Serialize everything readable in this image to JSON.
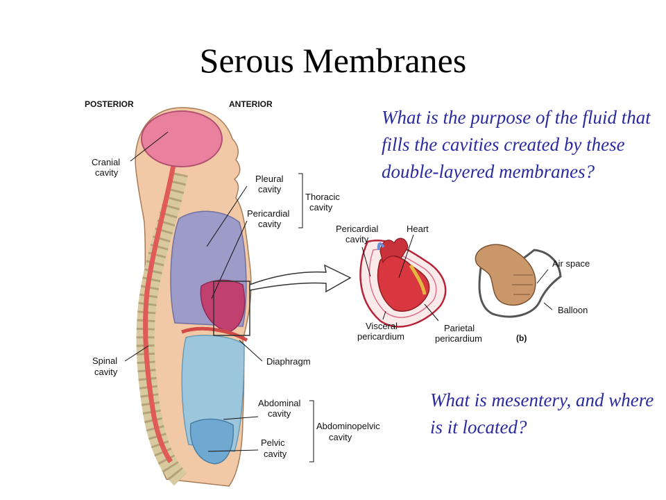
{
  "title": "Serous Membranes",
  "questions": {
    "fluid": "What is the purpose of the fluid that fills the cavities created by these double-layered membranes?",
    "mesentery": "What is mesentery, and where is it located?"
  },
  "figure_a": {
    "orientation": {
      "posterior": "POSTERIOR",
      "anterior": "ANTERIOR"
    },
    "labels": {
      "cranial": [
        "Cranial",
        "cavity"
      ],
      "pleural": [
        "Pleural",
        "cavity"
      ],
      "pericardial": [
        "Pericardial",
        "cavity"
      ],
      "thoracic": [
        "Thoracic",
        "cavity"
      ],
      "spinal": [
        "Spinal",
        "cavity"
      ],
      "diaphragm": "Diaphragm",
      "abdominal": [
        "Abdominal",
        "cavity"
      ],
      "pelvic": [
        "Pelvic",
        "cavity"
      ],
      "abdominopelvic": [
        "Abdominopelvic",
        "cavity"
      ]
    }
  },
  "figure_b": {
    "labels": {
      "pericardial_cavity": [
        "Pericardial",
        "cavity"
      ],
      "heart": "Heart",
      "visceral": [
        "Visceral",
        "pericardium"
      ],
      "parietal": [
        "Parietal",
        "pericardium"
      ],
      "air_space": "Air space",
      "balloon": "Balloon",
      "part": "(b)"
    }
  },
  "colors": {
    "question_text": "#2a2aa0",
    "skin": "#f2c9a6",
    "cranial": "#e8809e",
    "spinal": "#e05a5a",
    "thoracic": "#9d9cc9",
    "pericardial": "#c04070",
    "abdominal": "#9cc6dc",
    "pelvic": "#6fa8d0"
  }
}
